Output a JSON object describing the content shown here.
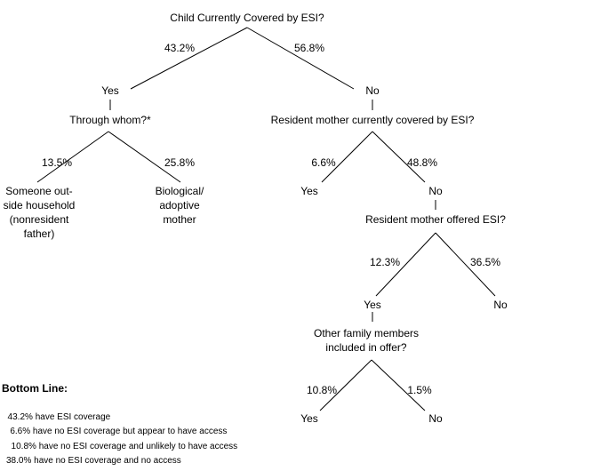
{
  "root": {
    "question": "Child Currently Covered by ESI?",
    "yes_pct": "43.2%",
    "no_pct": "56.8%",
    "yes": "Yes",
    "no": "No"
  },
  "yes_branch": {
    "question": "Through whom?*",
    "left_pct": "13.5%",
    "right_pct": "25.8%",
    "left_label": [
      "Someone out-",
      "side household",
      "(nonresident",
      "father)"
    ],
    "right_label": [
      "Biological/",
      "adoptive",
      "mother"
    ]
  },
  "no_branch": {
    "question": "Resident mother currently covered by ESI?",
    "yes_pct": "6.6%",
    "no_pct": "48.8%",
    "yes": "Yes",
    "no": "No",
    "offered": {
      "question": "Resident mother offered ESI?",
      "yes_pct": "12.3%",
      "no_pct": "36.5%",
      "yes": "Yes",
      "no": "No",
      "family": {
        "question": [
          "Other family members",
          "included in offer?"
        ],
        "yes_pct": "10.8%",
        "no_pct": "1.5%",
        "yes": "Yes",
        "no": "No"
      }
    }
  },
  "bottom_line": {
    "title": "Bottom Line:",
    "items": [
      "  43.2% have ESI coverage",
      "   6.6% have no ESI coverage but appear to have access",
      "  10.8% have no ESI coverage and unlikely to have access",
      "38.0% have no ESI coverage and no access"
    ]
  }
}
